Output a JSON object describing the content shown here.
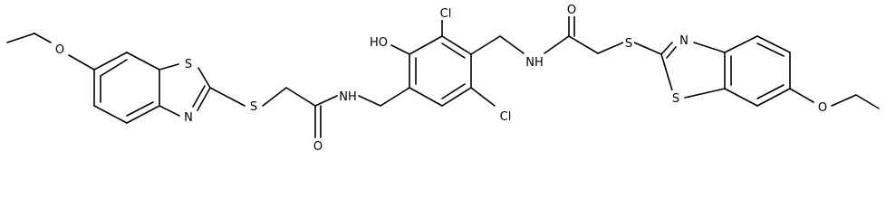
{
  "molecule": {
    "atoms": [
      {
        "id": "O1",
        "label": "O"
      },
      {
        "id": "S1",
        "label": "S"
      },
      {
        "id": "N1",
        "label": "N"
      },
      {
        "id": "S2",
        "label": "S"
      },
      {
        "id": "O2",
        "label": "O"
      },
      {
        "id": "N2",
        "label": "NH"
      },
      {
        "id": "O3",
        "label": "HO"
      },
      {
        "id": "CL1",
        "label": "Cl"
      },
      {
        "id": "CL2",
        "label": "Cl"
      },
      {
        "id": "N3",
        "label": "NH"
      },
      {
        "id": "O4",
        "label": "O"
      },
      {
        "id": "S3",
        "label": "S"
      },
      {
        "id": "N4",
        "label": "N"
      },
      {
        "id": "S4",
        "label": "S"
      },
      {
        "id": "O5",
        "label": "O"
      }
    ]
  }
}
